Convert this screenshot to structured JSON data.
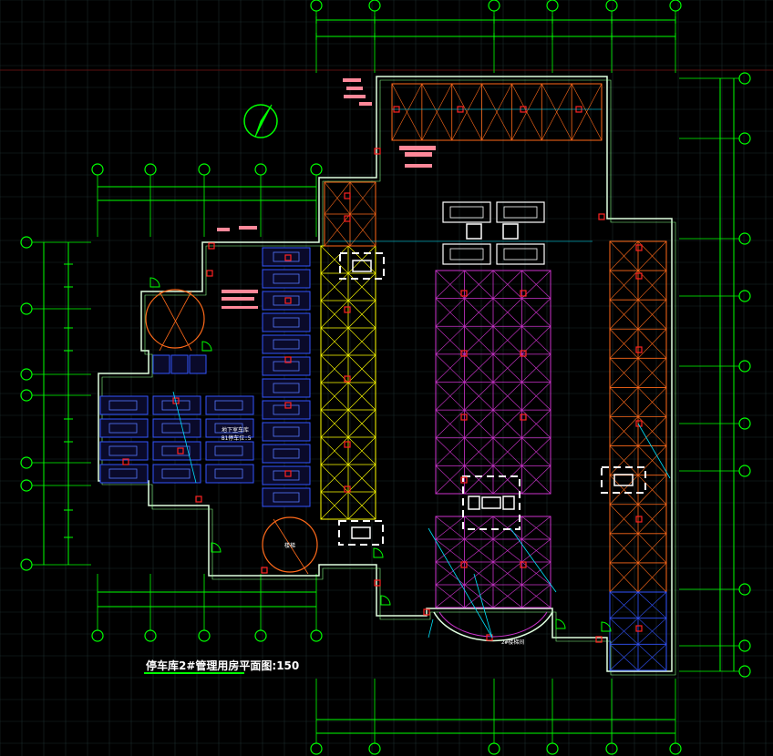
{
  "drawing": {
    "title": "停车库2#管理用房平面图:150",
    "colors": {
      "background": "#000000",
      "grid": "#1b2a2a",
      "axis": "#00ff00",
      "wall": "#e0ffe0",
      "yellow_zone": "#ffff00",
      "purple_zone": "#cc33cc",
      "orange_zone": "#ff6a1a",
      "blue_zone": "#3355ff",
      "red_marker": "#ff2222",
      "cyan_line": "#00e5ff",
      "pink_tag": "#ff8899"
    },
    "labels": {
      "room_left": "地下室车库",
      "room_left_sub": "B1停车位:5",
      "stair_left": "楼梯",
      "stair_bottom": "2#楼梯间"
    }
  }
}
